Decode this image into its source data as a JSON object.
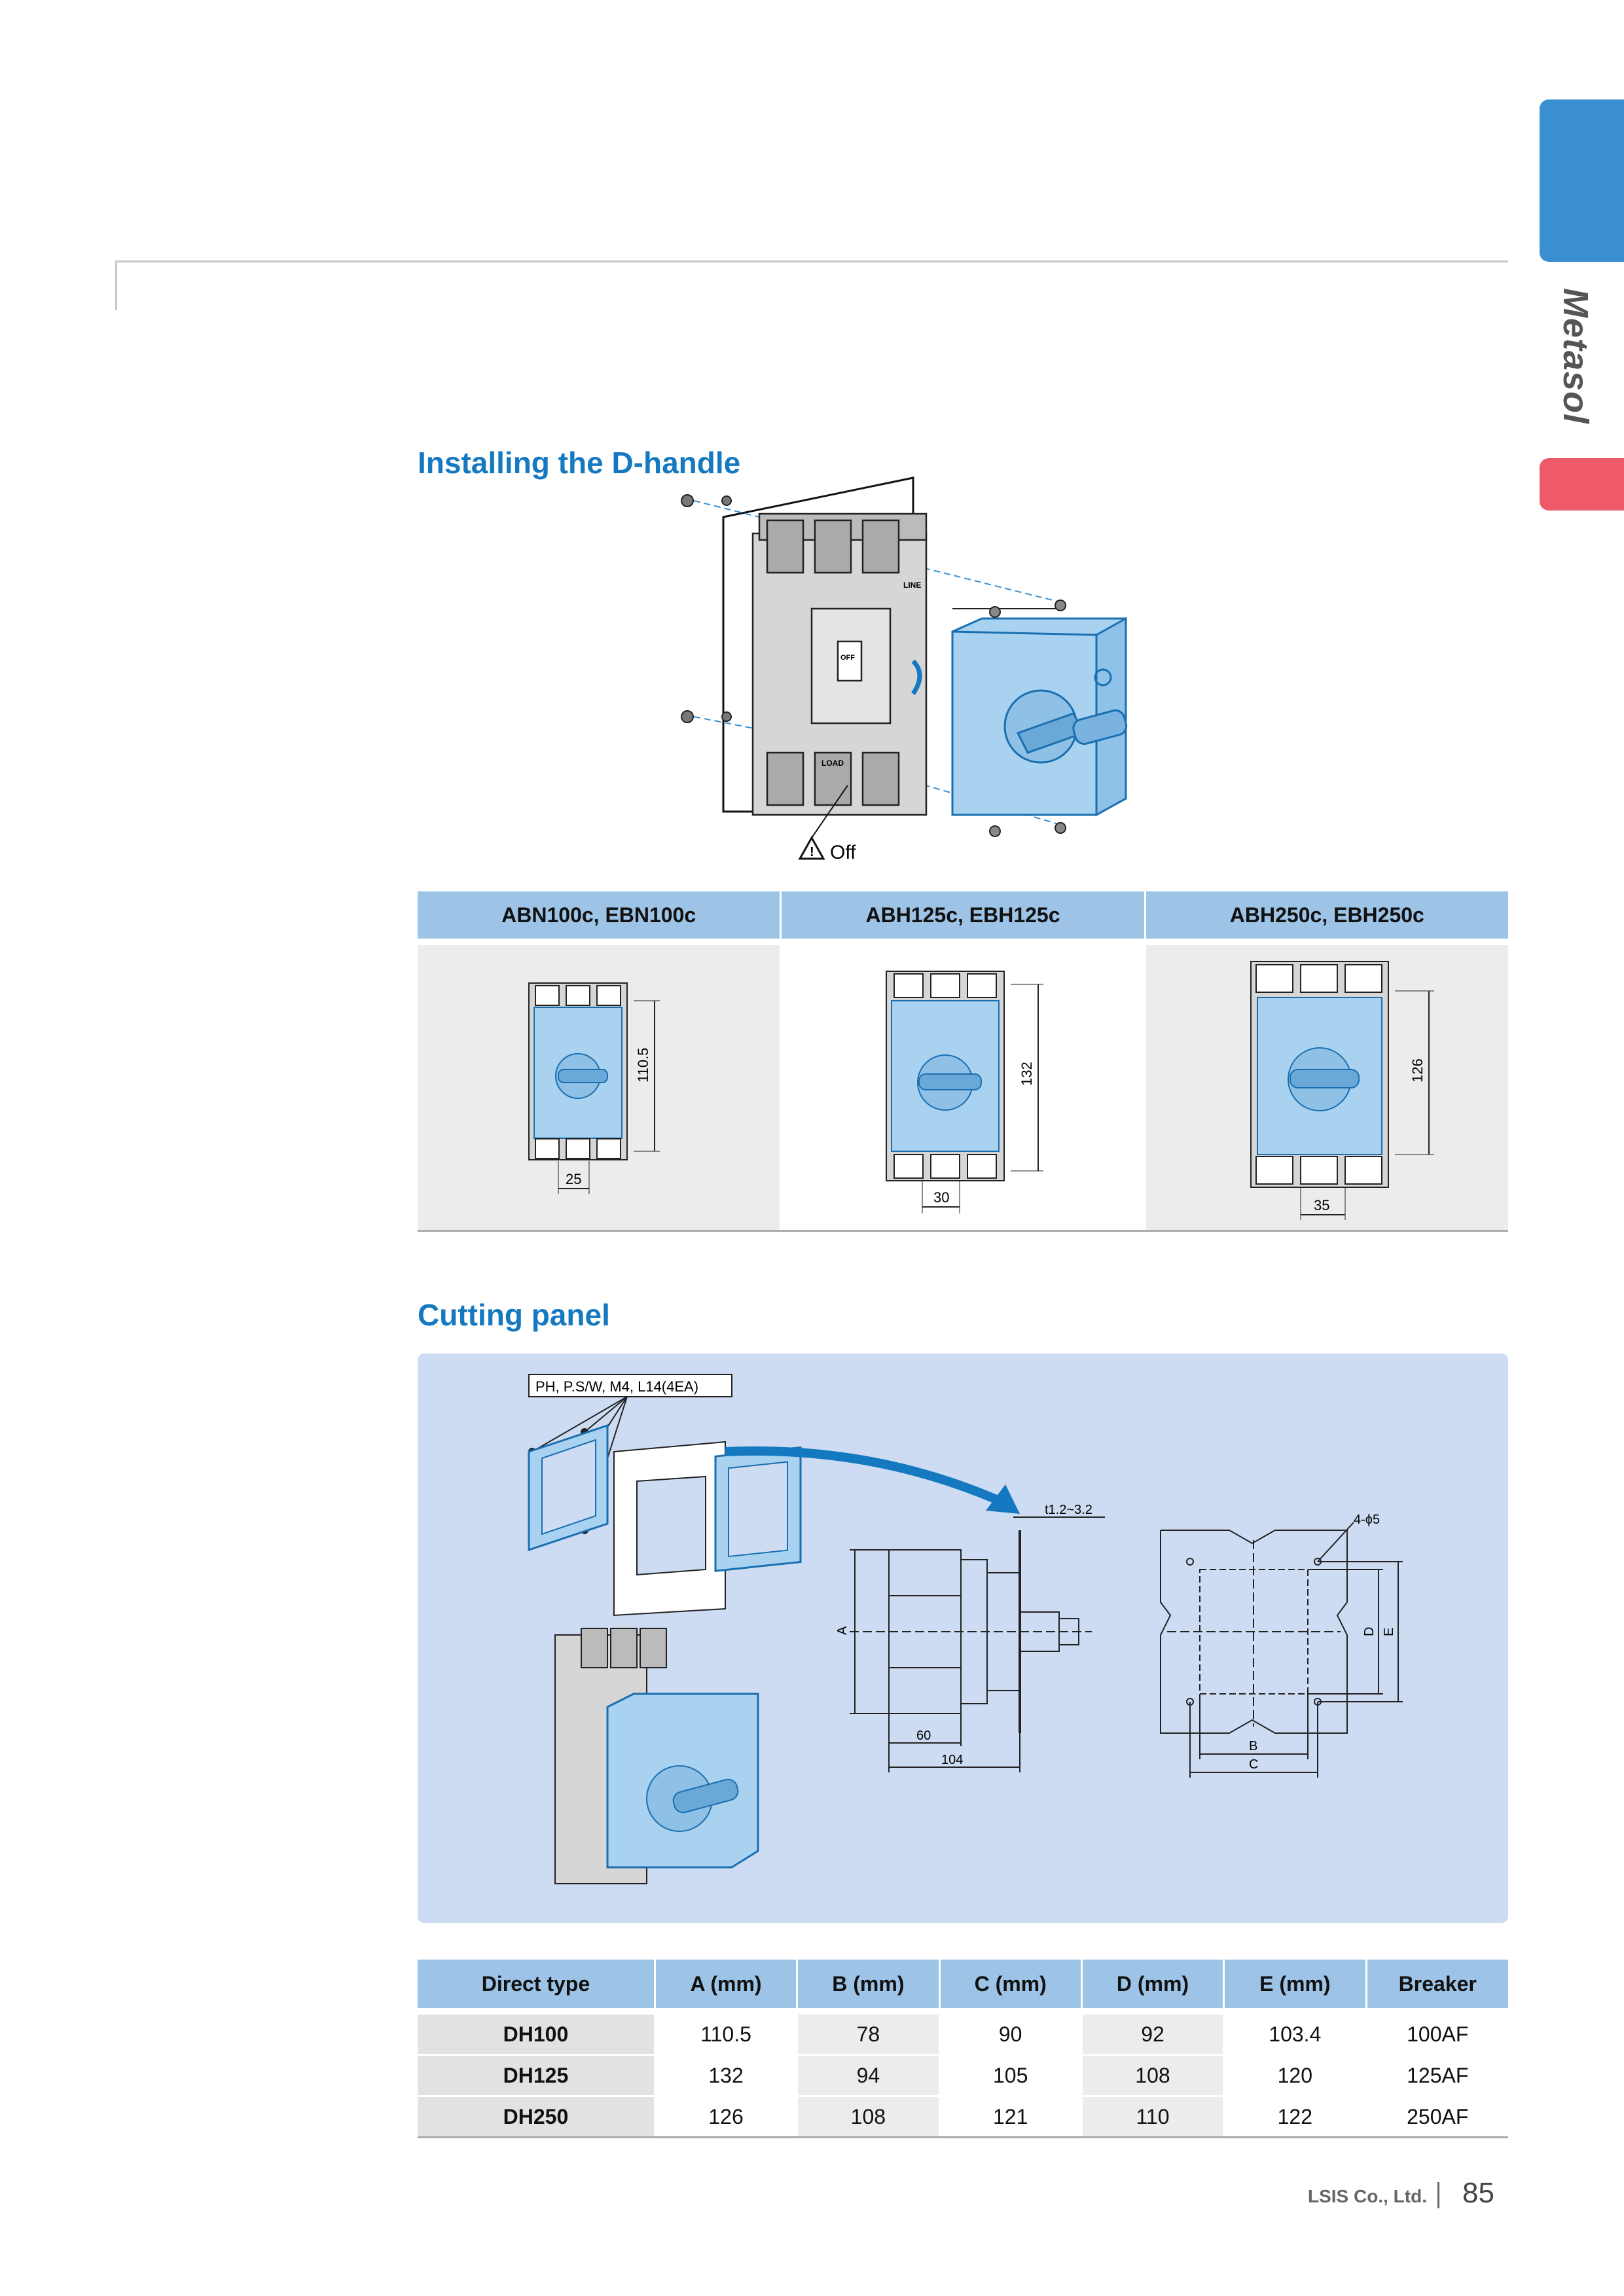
{
  "brand": {
    "side_label": "Metasol",
    "company": "LSIS Co., Ltd.",
    "page_number": "85"
  },
  "install": {
    "title": "Installing the D-handle",
    "warning_label": "Off",
    "breaker_labels": {
      "line": "LINE",
      "load": "LOAD",
      "off": "OFF"
    }
  },
  "models": {
    "headers": [
      "ABN100c, EBN100c",
      "ABH125c, EBH125c",
      "ABH250c, EBH250c"
    ],
    "dims": [
      {
        "height": "110.5",
        "width": "25"
      },
      {
        "height": "132",
        "width": "30"
      },
      {
        "height": "126",
        "width": "35"
      }
    ]
  },
  "cutting": {
    "title": "Cutting panel",
    "screw_note": "PH, P.S/W, M4, L14(4EA)",
    "thickness": "t1.2~3.2",
    "hole_note": "4-ϕ5",
    "dim_labels": {
      "a": "A",
      "d": "D",
      "e": "E",
      "b": "B",
      "c": "C",
      "w60": "60",
      "w104": "104"
    }
  },
  "table": {
    "headers": [
      "Direct type",
      "A (mm)",
      "B (mm)",
      "C (mm)",
      "D (mm)",
      "E (mm)",
      "Breaker"
    ],
    "rows": [
      [
        "DH100",
        "110.5",
        "78",
        "90",
        "92",
        "103.4",
        "100AF"
      ],
      [
        "DH125",
        "132",
        "94",
        "105",
        "108",
        "120",
        "125AF"
      ],
      [
        "DH250",
        "126",
        "108",
        "121",
        "110",
        "122",
        "250AF"
      ]
    ]
  },
  "colors": {
    "accent_blue": "#1479c0",
    "header_blue": "#9dc3e6",
    "panel_blue": "#cddcf2",
    "tab_blue": "#3a8fd0",
    "tab_red": "#ef5a6a"
  }
}
